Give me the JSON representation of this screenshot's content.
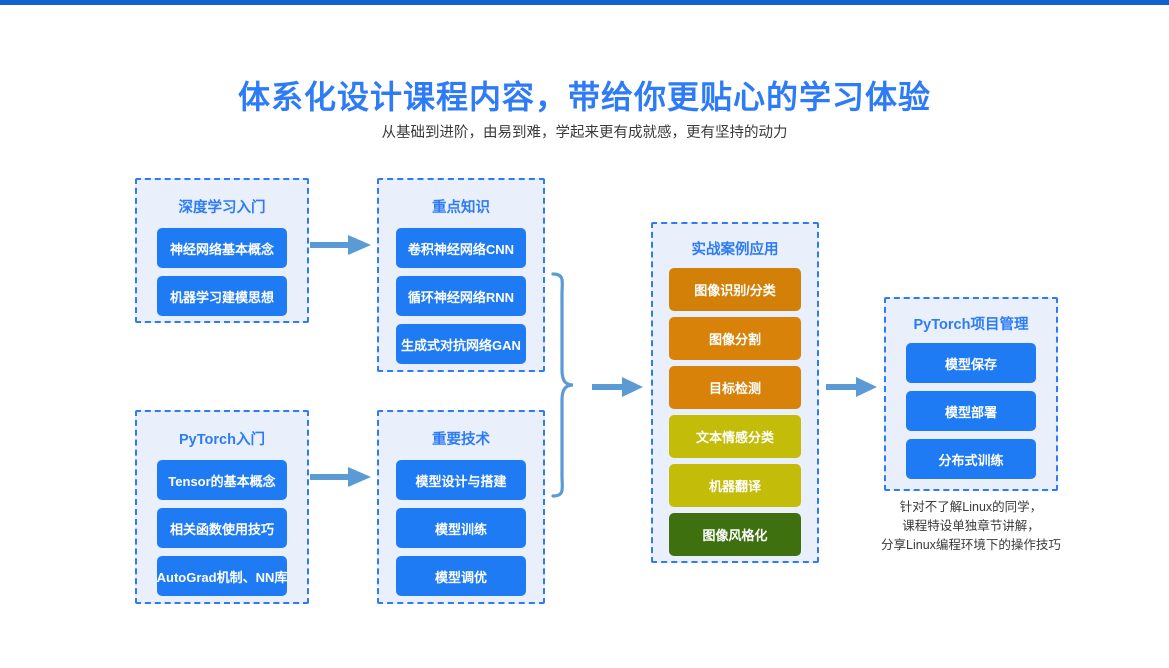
{
  "theme": {
    "accent_blue": "#2d7bf7",
    "chip_blue": "#1f7bf4",
    "top_bar": "#0d62d0",
    "group_fill": "#e9f0fb",
    "arrow": "#5b9bd5"
  },
  "header": {
    "title": "体系化设计课程内容，带给你更贴心的学习体验",
    "subtitle": "从基础到进阶，由易到难，学起来更有成就感，更有坚持的动力"
  },
  "groups": [
    {
      "id": "deep-learning-intro",
      "title": "深度学习入门",
      "items": [
        {
          "label": "神经网络基本概念",
          "color": "#1f7bf4"
        },
        {
          "label": "机器学习建模思想",
          "color": "#1f7bf4"
        }
      ]
    },
    {
      "id": "key-knowledge",
      "title": "重点知识",
      "items": [
        {
          "label": "卷积神经网络CNN",
          "color": "#1f7bf4"
        },
        {
          "label": "循环神经网络RNN",
          "color": "#1f7bf4"
        },
        {
          "label": "生成式对抗网络GAN",
          "color": "#1f7bf4"
        }
      ]
    },
    {
      "id": "pytorch-intro",
      "title": "PyTorch入门",
      "items": [
        {
          "label": "Tensor的基本概念",
          "color": "#1f7bf4"
        },
        {
          "label": "相关函数使用技巧",
          "color": "#1f7bf4"
        },
        {
          "label": "AutoGrad机制、NN库",
          "color": "#1f7bf4"
        }
      ]
    },
    {
      "id": "important-tech",
      "title": "重要技术",
      "items": [
        {
          "label": "模型设计与搭建",
          "color": "#1f7bf4"
        },
        {
          "label": "模型训练",
          "color": "#1f7bf4"
        },
        {
          "label": "模型调优",
          "color": "#1f7bf4"
        }
      ]
    },
    {
      "id": "practical-cases",
      "title": "实战案例应用",
      "items": [
        {
          "label": "图像识别/分类",
          "color": "#d38009"
        },
        {
          "label": "图像分割",
          "color": "#d88209"
        },
        {
          "label": "目标检测",
          "color": "#d88209"
        },
        {
          "label": "文本情感分类",
          "color": "#c3bc08"
        },
        {
          "label": "机器翻译",
          "color": "#c3bc08"
        },
        {
          "label": "图像风格化",
          "color": "#3f7010"
        }
      ]
    },
    {
      "id": "pytorch-project-management",
      "title": "PyTorch项目管理",
      "items": [
        {
          "label": "模型保存",
          "color": "#1f7bf4"
        },
        {
          "label": "模型部署",
          "color": "#1f7bf4"
        },
        {
          "label": "分布式训练",
          "color": "#1f7bf4"
        }
      ]
    }
  ],
  "footnote": {
    "line1": "针对不了解Linux的同学，",
    "line2": "课程特设单独章节讲解，",
    "line3": "分享Linux编程环境下的操作技巧"
  }
}
